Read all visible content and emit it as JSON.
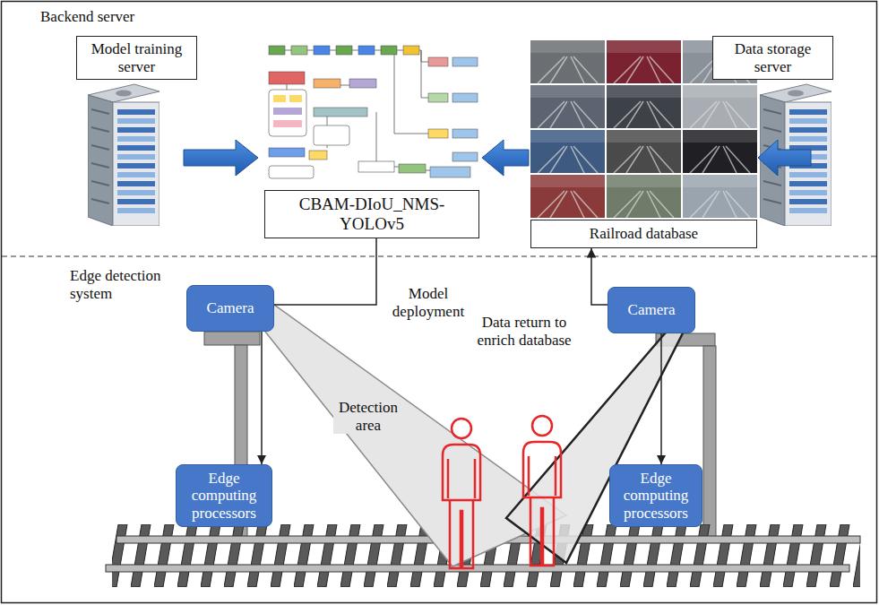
{
  "diagram": {
    "nodes": [
      {
        "text": [
          "Model training server"
        ]
      },
      {
        "text": [
          "CBAM-DIoU_NMS-YOLOv5"
        ]
      },
      {
        "text": [
          "Railroad database"
        ]
      },
      {
        "text": [
          "Data storage server"
        ]
      },
      {
        "text": [
          "Camera"
        ]
      },
      {
        "text": [
          "Edge computing processors"
        ]
      },
      {
        "text": [
          "Camera"
        ]
      },
      {
        "text": [
          "Edge computing processors"
        ]
      }
    ],
    "edges": [
      {
        "from": 1,
        "to": 4,
        "arrow": "none",
        "label": "Model deployment"
      },
      {
        "from": 4,
        "to": 5,
        "arrow": "to"
      },
      {
        "from": 6,
        "to": 2,
        "arrow": "to",
        "label": "Data return to enrich database"
      },
      {
        "from": 6,
        "to": 7,
        "arrow": "to"
      }
    ],
    "labels": [
      "Backend server",
      "Edge detection system",
      "Detection area"
    ]
  }
}
